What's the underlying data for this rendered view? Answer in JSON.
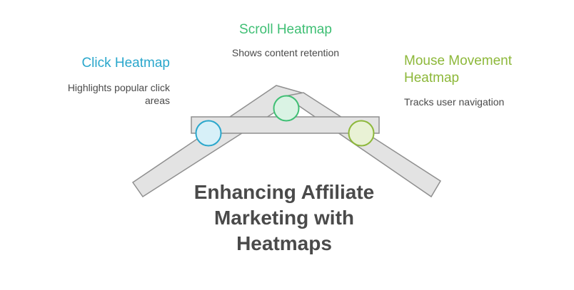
{
  "title": "Enhancing Affiliate Marketing with Heatmaps",
  "items": [
    {
      "heading": "Click Heatmap",
      "description": "Highlights popular click areas",
      "color": "#2aa7cc",
      "fill": "#d7f0f8"
    },
    {
      "heading": "Scroll Heatmap",
      "description": "Shows content retention",
      "color": "#3fbf74",
      "fill": "#daf3e4"
    },
    {
      "heading": "Mouse Movement Heatmap",
      "description": "Tracks user navigation",
      "color": "#8db83a",
      "fill": "#e9f2d5"
    }
  ],
  "colors": {
    "beam_fill": "#e3e3e3",
    "beam_stroke": "#8f8f8f",
    "text": "#4a4a4a"
  }
}
